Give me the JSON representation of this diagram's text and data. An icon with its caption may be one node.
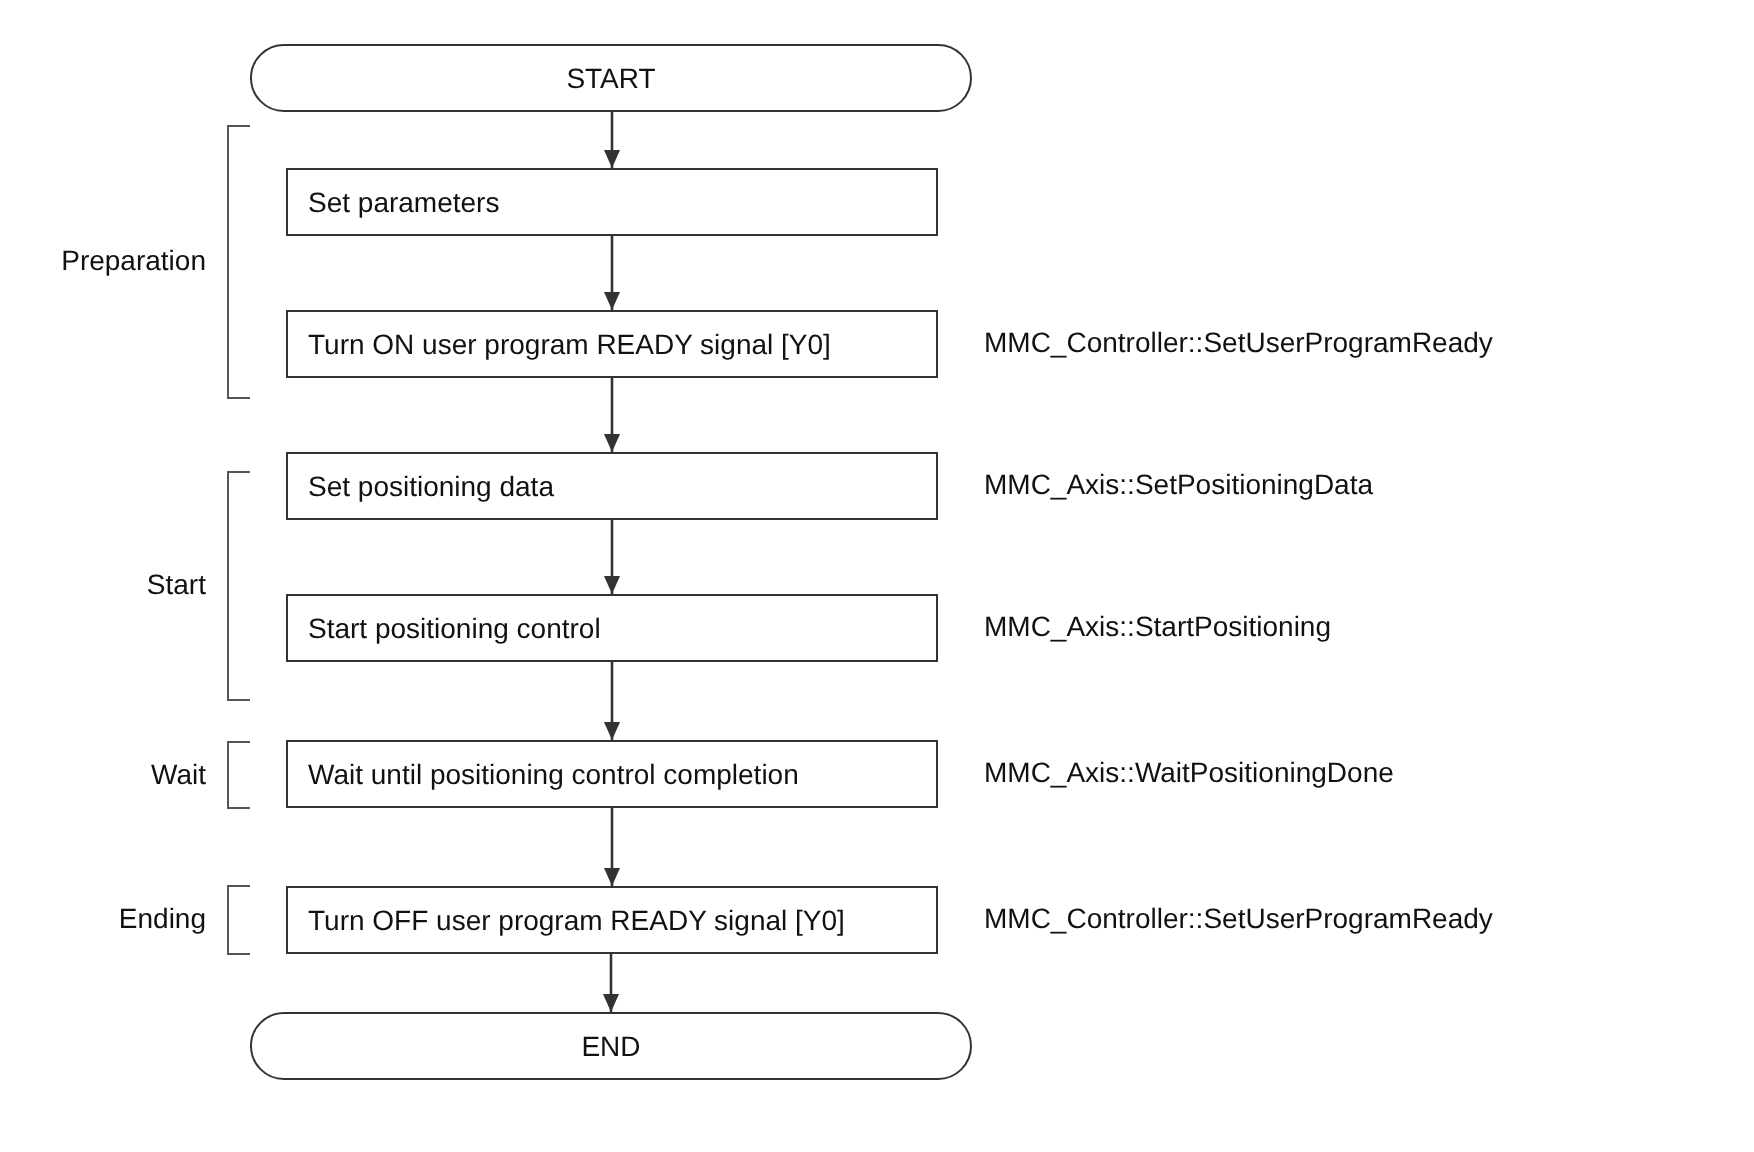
{
  "diagram": {
    "nodes": [
      {
        "text": [
          "START"
        ]
      },
      {
        "text": [
          "Set parameters"
        ]
      },
      {
        "text": [
          "Turn ON user program READY signal [Y0]"
        ],
        "beside": [
          "MMC_Controller::SetUserProgramReady"
        ]
      },
      {
        "text": [
          "Set positioning data"
        ],
        "beside": [
          "MMC_Axis::SetPositioningData"
        ]
      },
      {
        "text": [
          "Start positioning control"
        ],
        "beside": [
          "MMC_Axis::StartPositioning"
        ]
      },
      {
        "text": [
          "Wait until positioning control completion"
        ],
        "beside": [
          "MMC_Axis::WaitPositioningDone"
        ]
      },
      {
        "text": [
          "Turn OFF user program READY signal [Y0]"
        ],
        "beside": [
          "MMC_Controller::SetUserProgramReady"
        ]
      },
      {
        "text": [
          "END"
        ]
      }
    ],
    "edges": [
      {
        "from": 0,
        "to": 1,
        "arrow": "to"
      },
      {
        "from": 1,
        "to": 2,
        "arrow": "to"
      },
      {
        "from": 2,
        "to": 3,
        "arrow": "to"
      },
      {
        "from": 3,
        "to": 4,
        "arrow": "to"
      },
      {
        "from": 4,
        "to": 5,
        "arrow": "to"
      },
      {
        "from": 5,
        "to": 6,
        "arrow": "to"
      },
      {
        "from": 6,
        "to": 7,
        "arrow": "to"
      }
    ],
    "labels": [
      "Preparation",
      "Start",
      "Wait",
      "Ending"
    ]
  }
}
